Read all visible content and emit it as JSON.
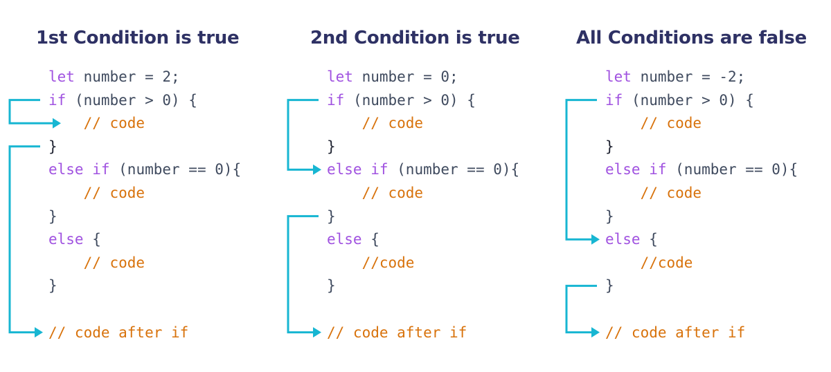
{
  "accent_color": "#17b6d2",
  "code_colors": {
    "keyword": "#a052e0",
    "comment": "#d8720b",
    "plain": "#3f4a5e"
  },
  "panels": [
    {
      "title": "1st Condition is true",
      "lines": [
        [
          {
            "t": "let",
            "c": "kw"
          },
          {
            "t": " number = 2;",
            "c": "pl"
          }
        ],
        [
          {
            "t": "if",
            "c": "kw"
          },
          {
            "t": " (number > 0) {",
            "c": "pl"
          }
        ],
        [
          {
            "t": "    // code",
            "c": "cm"
          }
        ],
        [
          {
            "t": "}",
            "c": "br"
          }
        ],
        [
          {
            "t": "else if",
            "c": "kw"
          },
          {
            "t": " (number == 0){",
            "c": "pl"
          }
        ],
        [
          {
            "t": "    // code",
            "c": "cm"
          }
        ],
        [
          {
            "t": "}",
            "c": "pl"
          }
        ],
        [
          {
            "t": "else",
            "c": "kw"
          },
          {
            "t": " {",
            "c": "pl"
          }
        ],
        [
          {
            "t": "    // code",
            "c": "cm"
          }
        ],
        [
          {
            "t": "}",
            "c": "pl"
          }
        ],
        [],
        [
          {
            "t": "// code after if",
            "c": "cm"
          }
        ]
      ],
      "arrows": [
        {
          "from_line": 1,
          "to_line": 2,
          "to_indent": true
        },
        {
          "from_line": 3,
          "to_line": 11,
          "to_indent": false
        }
      ]
    },
    {
      "title": "2nd Condition is true",
      "lines": [
        [
          {
            "t": "let",
            "c": "kw"
          },
          {
            "t": " number = 0;",
            "c": "pl"
          }
        ],
        [
          {
            "t": "if",
            "c": "kw"
          },
          {
            "t": " (number > 0) {",
            "c": "pl"
          }
        ],
        [
          {
            "t": "    // code",
            "c": "cm"
          }
        ],
        [
          {
            "t": "}",
            "c": "br"
          }
        ],
        [
          {
            "t": "else if",
            "c": "kw"
          },
          {
            "t": " (number == 0){",
            "c": "pl"
          }
        ],
        [
          {
            "t": "    // code",
            "c": "cm"
          }
        ],
        [
          {
            "t": "}",
            "c": "pl"
          }
        ],
        [
          {
            "t": "else",
            "c": "kw"
          },
          {
            "t": " {",
            "c": "pl"
          }
        ],
        [
          {
            "t": "    //code",
            "c": "cm"
          }
        ],
        [
          {
            "t": "}",
            "c": "pl"
          }
        ],
        [],
        [
          {
            "t": "// code after if",
            "c": "cm"
          }
        ]
      ],
      "arrows": [
        {
          "from_line": 1,
          "to_line": 4,
          "to_indent": false
        },
        {
          "from_line": 6,
          "to_line": 11,
          "to_indent": false
        }
      ]
    },
    {
      "title": "All Conditions are false",
      "lines": [
        [
          {
            "t": "let",
            "c": "kw"
          },
          {
            "t": " number = -2;",
            "c": "pl"
          }
        ],
        [
          {
            "t": "if",
            "c": "kw"
          },
          {
            "t": " (number > 0) {",
            "c": "pl"
          }
        ],
        [
          {
            "t": "    // code",
            "c": "cm"
          }
        ],
        [
          {
            "t": "}",
            "c": "br"
          }
        ],
        [
          {
            "t": "else if",
            "c": "kw"
          },
          {
            "t": " (number == 0){",
            "c": "pl"
          }
        ],
        [
          {
            "t": "    // code",
            "c": "cm"
          }
        ],
        [
          {
            "t": "}",
            "c": "pl"
          }
        ],
        [
          {
            "t": "else",
            "c": "kw"
          },
          {
            "t": " {",
            "c": "pl"
          }
        ],
        [
          {
            "t": "    //code",
            "c": "cm"
          }
        ],
        [
          {
            "t": "}",
            "c": "pl"
          }
        ],
        [],
        [
          {
            "t": "// code after if",
            "c": "cm"
          }
        ]
      ],
      "arrows": [
        {
          "from_line": 1,
          "to_line": 7,
          "to_indent": false
        },
        {
          "from_line": 9,
          "to_line": 11,
          "to_indent": false
        }
      ]
    }
  ]
}
